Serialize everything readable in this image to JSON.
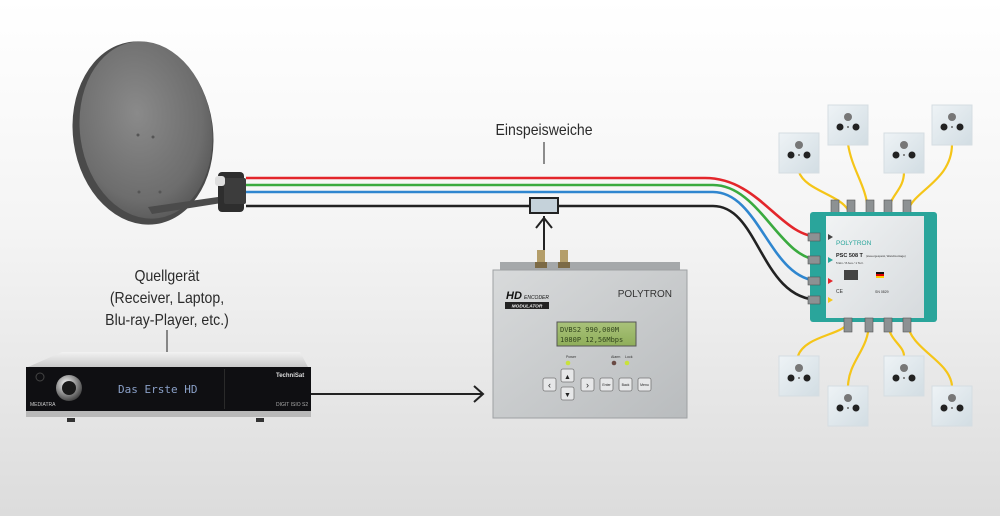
{
  "labels": {
    "injector": "Einspeisweiche",
    "source_line1": "Quellgerät",
    "source_line2": "(Receiver, Laptop,",
    "source_line3": "Blu-ray-Player, etc.)"
  },
  "receiver": {
    "brand_left": "MEDIATRA",
    "display": "Das Erste HD",
    "brand_right": "TechniSat",
    "model": "DIGIT ISIO S2"
  },
  "modulator": {
    "badge_hd": "HD",
    "badge_encoder": "ENCODER",
    "badge_modulator": "MODULATOR",
    "brand": "POLYTRON",
    "lcd_line1": "DVBS2 990,000M",
    "lcd_line2": "1080P  12,56Mbps",
    "led_power": "Power",
    "led_alarm": "Alarm",
    "led_lock": "Lock",
    "btn_enter": "Enter",
    "btn_back": "Back",
    "btn_menu": "Menu"
  },
  "multiswitch": {
    "brand": "POLYTRON",
    "model": "PSC 508 T",
    "desc": "(steuergespeist, Wandmontage)",
    "spec": "5 Ein / 8 Aus / 1 Terr.",
    "code": "SN 0829"
  },
  "colors": {
    "cable_red": "#e3262b",
    "cable_green": "#3aaa3f",
    "cable_blue": "#2f86cf",
    "cable_black": "#222222",
    "cable_yellow": "#f5c518",
    "switch_teal": "#2aa59b",
    "injector_fill": "#c5d2da"
  }
}
